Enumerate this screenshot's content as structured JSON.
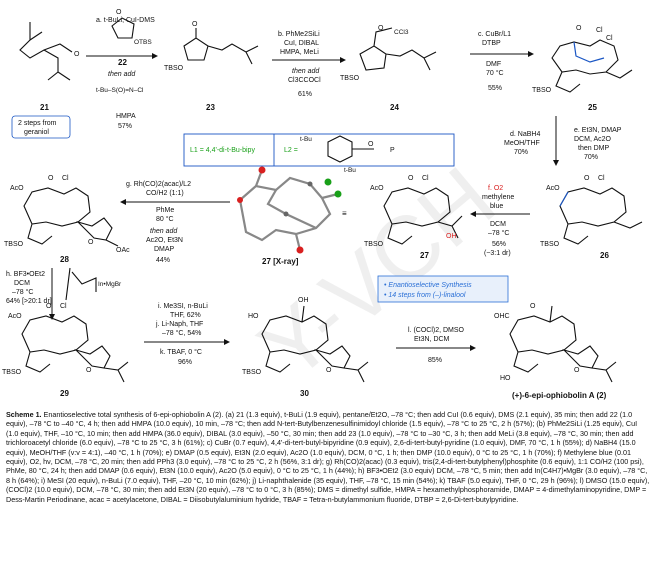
{
  "compounds": {
    "c21": "21",
    "c22": "22",
    "c23": "23",
    "c24": "24",
    "c25": "25",
    "c26": "26",
    "c27": "27",
    "c27xray": "27 [X-ray]",
    "c28": "28",
    "c29": "29",
    "c30": "30",
    "final": "(+)-6-epi-ophiobolin A (2)"
  },
  "note_21": [
    "2 steps from",
    "geraniol"
  ],
  "ligands": {
    "L1": "L1 = 4,4'-di-t-Bu-bipy",
    "L2": "L2 ="
  },
  "steps": {
    "a": [
      "a. t-BuLi, CuI-DMS",
      "then add",
      "HMPA",
      "57%"
    ],
    "b": [
      "b. PhMe2SiLi",
      "CuI, DIBAL",
      "HMPA, MeLi",
      "then add",
      "Cl3CCOCl",
      "61%"
    ],
    "c": [
      "c. CuBr/L1",
      "DTBP",
      "DMF",
      "70 °C",
      "55%"
    ],
    "d": [
      "d. NaBH4",
      "MeOH/THF",
      "70%"
    ],
    "e": [
      "e. Et3N, DMAP",
      "DCM, Ac2O",
      "then DMP",
      "70%"
    ],
    "f": [
      "f. O2",
      "methylene",
      "blue",
      "DCM",
      "–78 °C",
      "56%",
      "(~3:1 dr)"
    ],
    "g": [
      "g. Rh(CO)2(acac)/L2",
      "CO/H2 (1:1)",
      "PhMe",
      "80 °C",
      "then add",
      "Ac2O, Et3N",
      "DMAP",
      "44%"
    ],
    "h": [
      "h. BF3•OEt2",
      "DCM",
      "–78 °C",
      "64% [>20:1 dr]"
    ],
    "ijk": [
      "i. Me3SI, n-BuLi",
      "THF, 62%",
      "j. Li-Naph, THF",
      "–78 °C, 54%",
      "k. TBAF, 0 °C",
      "96%"
    ],
    "l": [
      "l. (COCl)2, DMSO",
      "Et3N, DCM",
      "85%"
    ]
  },
  "atoms": {
    "TBSO": "TBSO",
    "AcO": "AcO",
    "OTBS": "OTBS",
    "CCl3": "CCl3",
    "Cl": "Cl",
    "O": "O",
    "OH": "OH",
    "OHC": "OHC",
    "HO": "HO",
    "OAc": "OAc",
    "MgBr": "In•MgBr",
    "sulfinimine": "t-Bu–S(O)=N–Cl"
  },
  "highlight_box": [
    "• Enantioselective Synthesis",
    "• 14 steps from (–)-linalool"
  ],
  "caption": [
    {
      "t": "Scheme 1.",
      "b": true
    },
    {
      "t": " Enantioselective total synthesis of 6-epi-ophiobolin A (2). (a) 21 (1.3 equiv), t-BuLi (1.9 equiv), pentane/Et2O, –78 °C; then add CuI (0.6 equiv), DMS (2.1 equiv), 35 min; then add 22 (1.0 equiv), –78 °C to –40 °C, 4 h; then add HMPA (10.0 equiv), 10 min, –78 °C; then add N-tert-Butylbenzenesulfinimidoyl chloride (1.5 equiv), –78 °C to 25 °C, 2 h (57%); (b) PhMe2SiLi (1.25 equiv), CuI (1.0 equiv), THF, –10 °C, 10 min; then add HMPA (36.0 equiv), DIBAL (3.0 equiv), –50 °C, 30 min; then add 23 (1.0 equiv), –78 °C to –30 °C, 3 h; then add MeLi (3.8 equiv), –78 °C, 30 min; then add trichloroacetyl chloride (6.0 equiv), –78 °C to 25 °C, 3 h (61%); c) CuBr (0.7 equiv), 4,4'-di-tert-butyl-bipyridine (0.9 equiv), 2,6-di-tert-butyl-pyridine (1.0 equiv), DMF, 70 °C, 1 h (55%); d) NaBH4 (15.0 equiv), MeOH/THF (v:v = 4:1), –40 °C, 1 h (70%); e) DMAP (0.5 equiv), Et3N (2.0 equiv), Ac2O (1.0 equiv), DCM, 0 °C, 1 h; then DMP (10.0 equiv), 0 °C to 25 °C, 1 h (70%); f) Methylene blue (0.01 equiv), O2, hν, DCM, –78 °C, 20 min; then add PPh3 (3.0 equiv), –78 °C to 25 °C, 2 h (56%, 3:1 dr); g) Rh(CO)2(acac) (0.3 equiv), tris(2,4-di-tert-butylphenyl)phosphite (0.6 equiv), 1:1 CO/H2 (100 psi), PhMe, 80 °C, 24 h; then add DMAP (0.6 equiv), Et3N (10.0 equiv), Ac2O (5.0 equiv), 0 °C to 25 °C, 1 h (44%); h) BF3•OEt2 (3.0 equiv) DCM, –78 °C, 5 min; then add In(C4H7)•MgBr (3.0 equiv), –78 °C, 8 h (64%); i) MeSI (20 equiv), n-BuLi (7.0 equiv), THF, –20 °C, 10 min (62%); j) Li-naphthalenide (35 equiv), THF, –78 °C, 15 min (54%); k) TBAF (5.0 equiv), THF, 0 °C, 29 h (96%); l) DMSO (15.0 equiv), (COCl)2 (10.0 equiv), DCM, –78 °C, 30 min; then add Et3N (20 equiv), –78 °C to 0 °C, 3 h (85%); DMS = dimethyl sulfide, HMPA = hexamethylphosphoramide, DMAP = 4-dimethylaminopyridine, DMP = Dess-Martin Periodinane, acac = acetylacetone, DIBAL = Diisobutylaluminium hydride, TBAF = Tetra-n-butylammonium fluoride, DTBP = 2,6-Di-tert-butylpyridine.",
      "b": false
    }
  ],
  "watermark": "Y-VCH",
  "colors": {
    "accent": "#1a56c4",
    "green": "#19a019",
    "red": "#d92020",
    "box_blue": "#2a6fd6"
  }
}
